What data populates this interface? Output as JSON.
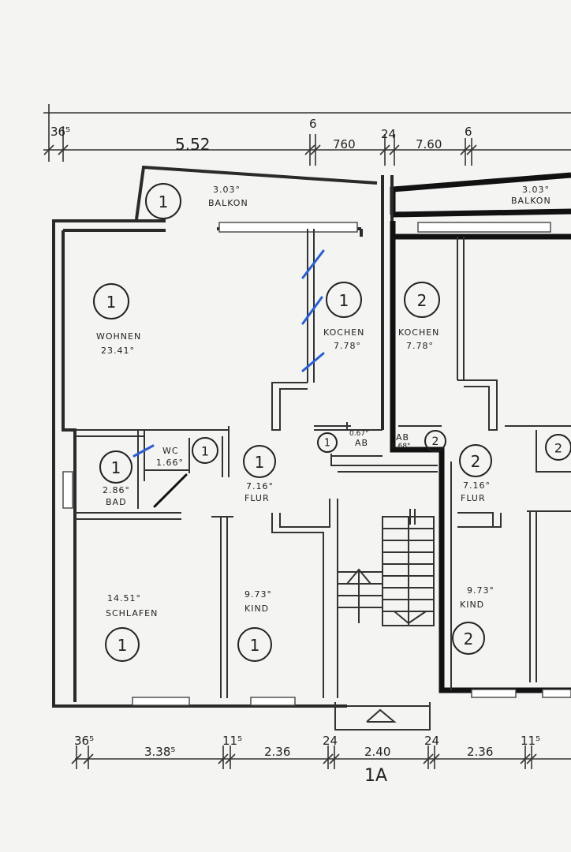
{
  "plan": {
    "dimensions_top": {
      "d1": "36⁵",
      "d2": "5.52",
      "d3": "6",
      "d4": "760",
      "d5": "24",
      "d6": "7.60",
      "d7": "6"
    },
    "dimensions_bottom": {
      "d1": "36⁵",
      "d2": "3.38⁵",
      "d3": "11⁵",
      "d4": "2.36",
      "d5": "24",
      "d6": "2.40",
      "d7": "24",
      "d8": "2.36",
      "d9": "11⁵",
      "building_label": "1A"
    },
    "rooms": {
      "balkon_1": {
        "number": "1",
        "area": "3.03°",
        "name": "BALKON"
      },
      "balkon_2": {
        "area": "3.03°",
        "name": "BALKON"
      },
      "wohnen": {
        "number": "1",
        "name": "WOHNEN",
        "area": "23.41°"
      },
      "kochen_1": {
        "number": "1",
        "name": "KOCHEN",
        "area": "7.78°"
      },
      "kochen_2": {
        "number": "2",
        "name": "KOCHEN",
        "area": "7.78°"
      },
      "wc": {
        "number": "1",
        "name": "WC",
        "area": "1.66°"
      },
      "bad": {
        "number": "1",
        "area": "2.86°",
        "name": "BAD"
      },
      "flur_1": {
        "number": "1",
        "area": "7.16°",
        "name": "FLUR"
      },
      "flur_2": {
        "number": "2",
        "area": "7.16°",
        "name": "FLUR"
      },
      "ab_1": {
        "number": "1",
        "area": "0.67°",
        "name": "AB"
      },
      "ab_2": {
        "number": "2",
        "name": "AB",
        "area": "0.68°"
      },
      "schlafen": {
        "number": "1",
        "area": "14.51°",
        "name": "SCHLAFEN"
      },
      "kind_1": {
        "number": "1",
        "area": "9.73°",
        "name": "KIND"
      },
      "kind_2": {
        "number": "2",
        "area": "9.73°",
        "name": "KIND"
      },
      "edge_right": {
        "number": "2"
      }
    },
    "colors": {
      "background": "#f4f4f2",
      "ink": "#222222",
      "annotation_blue": "#2a5fd4"
    }
  }
}
